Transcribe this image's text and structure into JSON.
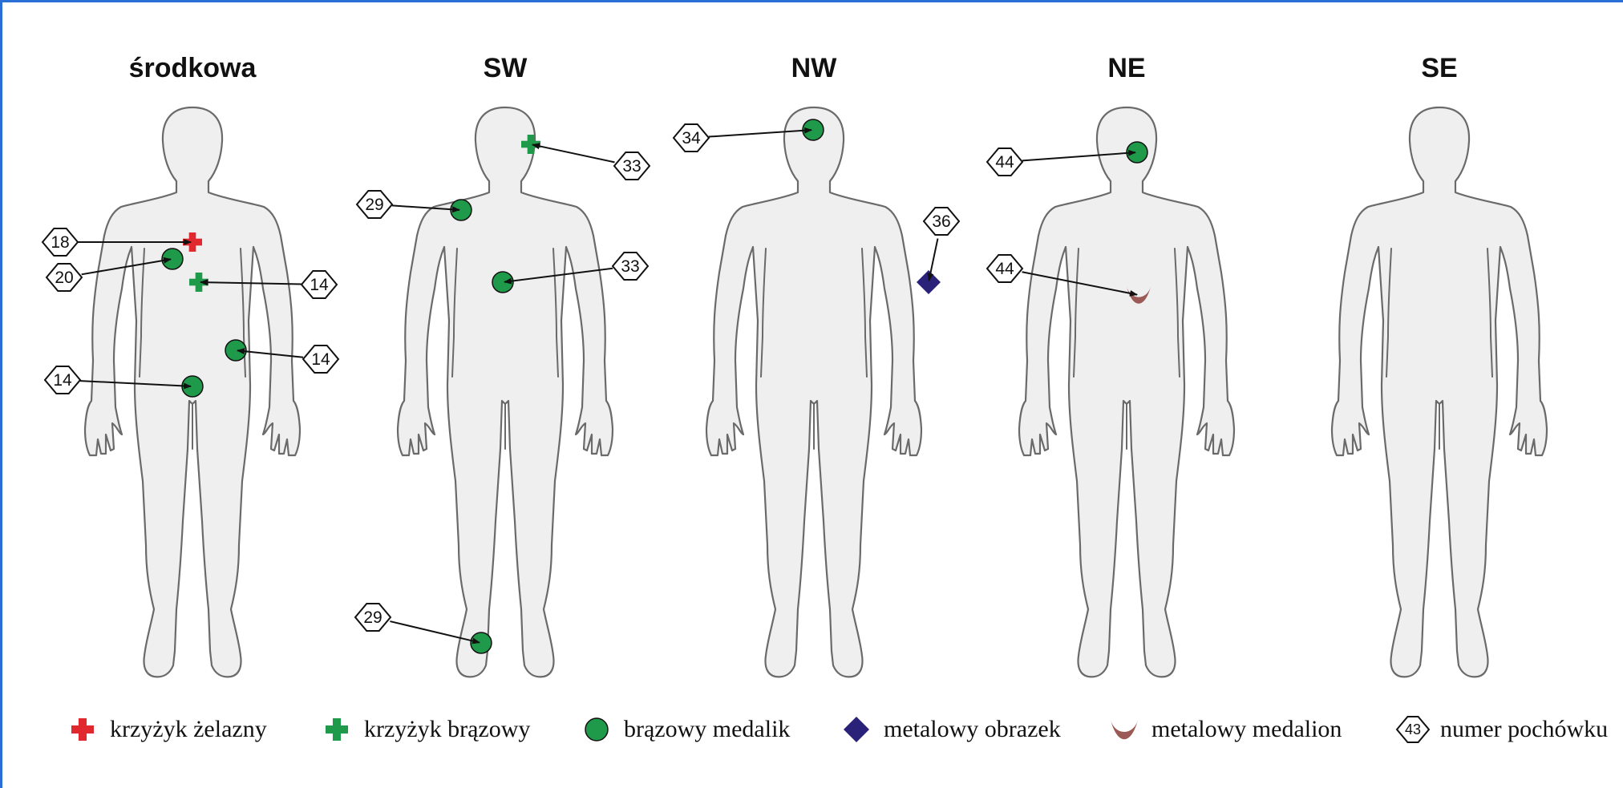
{
  "colors": {
    "iron_cross": "#e0282e",
    "bronze_cross": "#1f9a4a",
    "bronze_medal": "#1f9a4a",
    "metal_image": "#2a2178",
    "metal_medallion": "#9b5a55"
  },
  "figures": [
    {
      "title": "środkowa",
      "markers": [
        {
          "type": "iron_cross",
          "icon": "red-cross-icon",
          "number": "18"
        },
        {
          "type": "bronze_medal",
          "icon": "green-circle-icon",
          "number": "20"
        },
        {
          "type": "bronze_cross",
          "icon": "green-cross-icon",
          "number": "14"
        },
        {
          "type": "bronze_medal",
          "icon": "green-circle-icon",
          "number": "14"
        },
        {
          "type": "bronze_medal",
          "icon": "green-circle-icon",
          "number": "14"
        }
      ]
    },
    {
      "title": "SW",
      "markers": [
        {
          "type": "bronze_cross",
          "icon": "green-cross-icon",
          "number": "33"
        },
        {
          "type": "bronze_medal",
          "icon": "green-circle-icon",
          "number": "29"
        },
        {
          "type": "bronze_medal",
          "icon": "green-circle-icon",
          "number": "33"
        },
        {
          "type": "bronze_medal",
          "icon": "green-circle-icon",
          "number": "29"
        }
      ]
    },
    {
      "title": "NW",
      "markers": [
        {
          "type": "bronze_medal",
          "icon": "green-circle-icon",
          "number": "34"
        },
        {
          "type": "metal_image",
          "icon": "navy-diamond-icon",
          "number": "36"
        }
      ]
    },
    {
      "title": "NE",
      "markers": [
        {
          "type": "bronze_medal",
          "icon": "green-circle-icon",
          "number": "44"
        },
        {
          "type": "metal_medallion",
          "icon": "crescent-icon",
          "number": "44"
        }
      ]
    },
    {
      "title": "SE",
      "markers": []
    }
  ],
  "legend": {
    "items": [
      {
        "type": "iron_cross",
        "icon": "red-cross-icon",
        "label": "krzyżyk żelazny"
      },
      {
        "type": "bronze_cross",
        "icon": "green-cross-icon",
        "label": "krzyżyk brązowy"
      },
      {
        "type": "bronze_medal",
        "icon": "green-circle-icon",
        "label": "brązowy medalik"
      },
      {
        "type": "metal_image",
        "icon": "navy-diamond-icon",
        "label": "metalowy obrazek"
      },
      {
        "type": "metal_medallion",
        "icon": "crescent-icon",
        "label": "metalowy medalion"
      },
      {
        "type": "burial_number",
        "icon": "hexagon-icon",
        "sample": "43",
        "label": "numer pochówku"
      }
    ]
  }
}
